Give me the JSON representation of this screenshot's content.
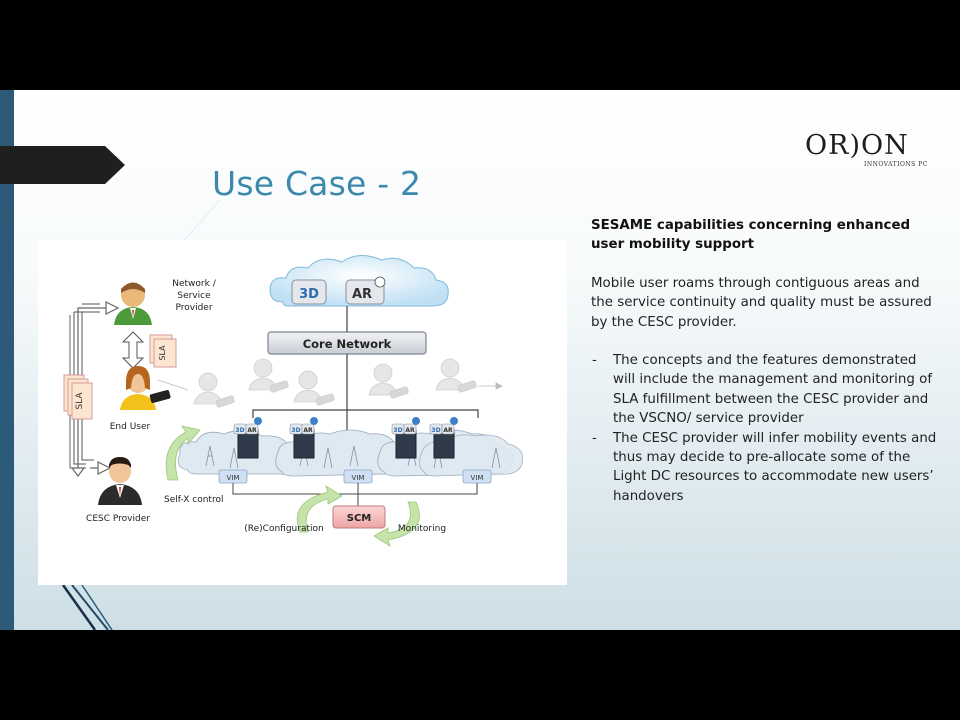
{
  "slide": {
    "title": "Use Case - 2",
    "logo": {
      "word": "OR)ON",
      "subtitle": "INNOVATIONS PC"
    },
    "heading": "SESAME capabilities concerning enhanced user mobility support",
    "paragraph": "Mobile user roams through contiguous areas and the service continuity and quality must be assured by the CESC provider.",
    "bullets": [
      {
        "dash": "-",
        "text": "The concepts and the features demonstrated will include the management and monitoring of SLA fulfillment between the CESC provider and the VSCNO/ service provider"
      },
      {
        "dash": "-",
        "text": "The CESC provider will infer mobility events and thus may decide to pre-allocate some of the Light DC resources to accommodate new users’ handovers"
      }
    ]
  },
  "diagram": {
    "labels": {
      "network_service_provider": [
        "Network /",
        "Service",
        "Provider"
      ],
      "end_user": "End User",
      "cesc_provider": "CESC Provider",
      "sla_small": "SLA",
      "sla_large": "SLA",
      "core_network": "Core Network",
      "self_x": "Self-X control",
      "reconfiguration": "(Re)Configuration",
      "monitoring": "Monitoring",
      "scm": "SCM",
      "vim": "VIM",
      "badge_3d": "3D",
      "badge_ar": "AR"
    }
  },
  "colors": {
    "title": "#3d89ab",
    "accent_strip": "#2c5a78",
    "core_network_box": "#d9dde3",
    "scm_box": "#f2b8b8",
    "vim_box": "#cfe0f3",
    "self_x_arrow": "#c6e3a9"
  }
}
